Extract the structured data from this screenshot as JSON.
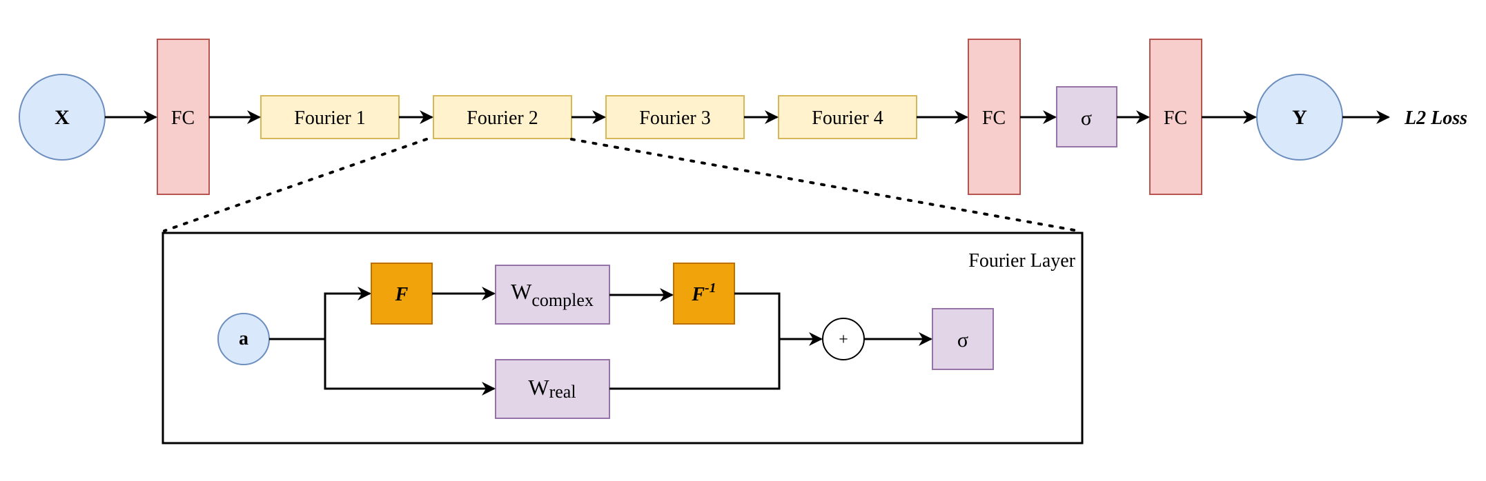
{
  "main_flow": {
    "input_label": "X",
    "fc1_label": "FC",
    "fourier_blocks": [
      "Fourier 1",
      "Fourier 2",
      "Fourier 3",
      "Fourier 4"
    ],
    "fc2_label": "FC",
    "sigma_label": "σ",
    "fc3_label": "FC",
    "output_label": "Y",
    "loss_label": "L2 Loss"
  },
  "fourier_layer": {
    "title": "Fourier Layer",
    "input_label": "a",
    "fft_label": "F",
    "ifft_label": "F",
    "ifft_superscript": "-1",
    "w_complex_main": "W",
    "w_complex_sub": "complex",
    "w_real_main": "W",
    "w_real_sub": "real",
    "sum_symbol": "+",
    "sigma_label": "σ"
  },
  "colors": {
    "input_fill": "#dae8fc",
    "input_stroke": "#6c8ebf",
    "fc_fill": "#f8cecc",
    "fc_stroke": "#b85450",
    "fourier_fill": "#fff2cc",
    "fourier_stroke": "#d6b656",
    "purple_fill": "#e1d5e7",
    "purple_stroke": "#9673a6",
    "fft_fill": "#f0a30a",
    "fft_stroke": "#bd7000"
  }
}
